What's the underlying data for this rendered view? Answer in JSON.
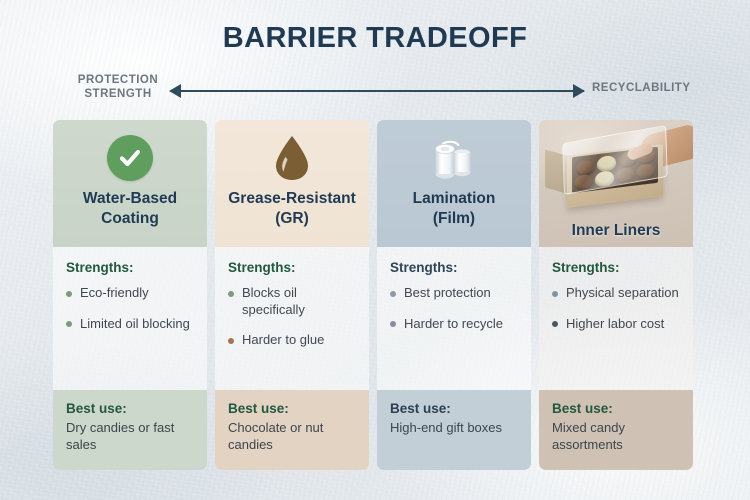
{
  "header": {
    "title": "BARRIER TRADEOFF"
  },
  "axis": {
    "left_label_line1": "PROTECTION",
    "left_label_line2": "STRENGTH",
    "right_label": "RECYCLABILITY",
    "arrow_icon": "double-headed-arrow-icon",
    "line_color": "#2f4b5c"
  },
  "common": {
    "strengths_label": "Strengths:",
    "best_use_label": "Best use:"
  },
  "cards": [
    {
      "id": "water-based-coating",
      "icon": "green-check-circle-icon",
      "title_line1": "Water-Based",
      "title_line2": "Coating",
      "header_color": "#ccd6cb",
      "bullets": [
        {
          "text": "Eco-friendly",
          "dot_color": "#7f9a79"
        },
        {
          "text": "Limited oil blocking",
          "dot_color": "#7f9a79"
        }
      ],
      "best_use_text": "Dry candies or fast sales"
    },
    {
      "id": "grease-resistant",
      "icon": "brown-oil-droplet-icon",
      "title_line1": "Grease-Resistant",
      "title_line2": "(GR)",
      "header_color": "#efe3d4",
      "bullets": [
        {
          "text": "Blocks oil specifically",
          "dot_color": "#7f9a79"
        },
        {
          "text": "Harder to glue",
          "dot_color": "#a9734f"
        }
      ],
      "best_use_text": "Chocolate or nut candies"
    },
    {
      "id": "lamination-film",
      "icon": "film-rolls-icon",
      "title_line1": "Lamination",
      "title_line2": "(Film)",
      "header_color": "#bac8d3",
      "bullets": [
        {
          "text": "Best protection",
          "dot_color": "#8c9aa8"
        },
        {
          "text": "Harder to recycle",
          "dot_color": "#8b8ba0"
        }
      ],
      "best_use_text": "High-end gift boxes"
    },
    {
      "id": "inner-liners",
      "icon": "chocolate-box-liner-photo",
      "title_line1": "Inner Liners",
      "title_line2": "",
      "header_color": "#d9cfc4",
      "bullets": [
        {
          "text": "Physical separation",
          "dot_color": "#7e95a8"
        },
        {
          "text": "Higher labor cost",
          "dot_color": "#4a5660"
        }
      ],
      "best_use_text": "Mixed candy assortments"
    }
  ]
}
